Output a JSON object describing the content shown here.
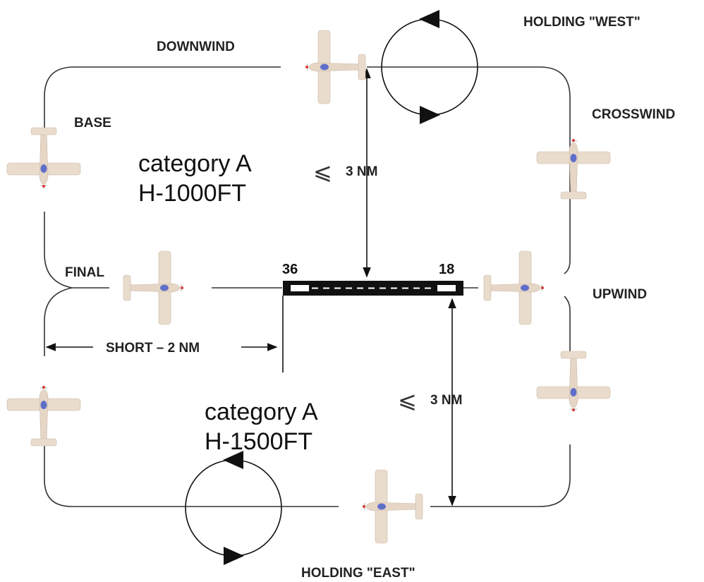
{
  "labels": {
    "holding_west": "HOLDING \"WEST\"",
    "holding_east": "HOLDING \"EAST\"",
    "downwind": "DOWNWIND",
    "base": "BASE",
    "crosswind": "CROSSWIND",
    "final": "FINAL",
    "upwind": "UPWIND",
    "short": "SHORT – 2 NM"
  },
  "distance_north": {
    "symbol": "⩽",
    "text": "3 NM"
  },
  "distance_south": {
    "symbol": "⩽",
    "text": "3 NM"
  },
  "category_upper": {
    "line1": "category A",
    "line2": "H-1000FT"
  },
  "category_lower": {
    "line1": "category A",
    "line2": "H-1500FT"
  },
  "runway": {
    "west_number": "36",
    "east_number": "18"
  },
  "colors": {
    "line": "#333333",
    "runway": "#111111",
    "aircraft_body": "#e6d6c6",
    "aircraft_canopy": "#5f6fc9",
    "nav_light": "#d43a3a"
  }
}
